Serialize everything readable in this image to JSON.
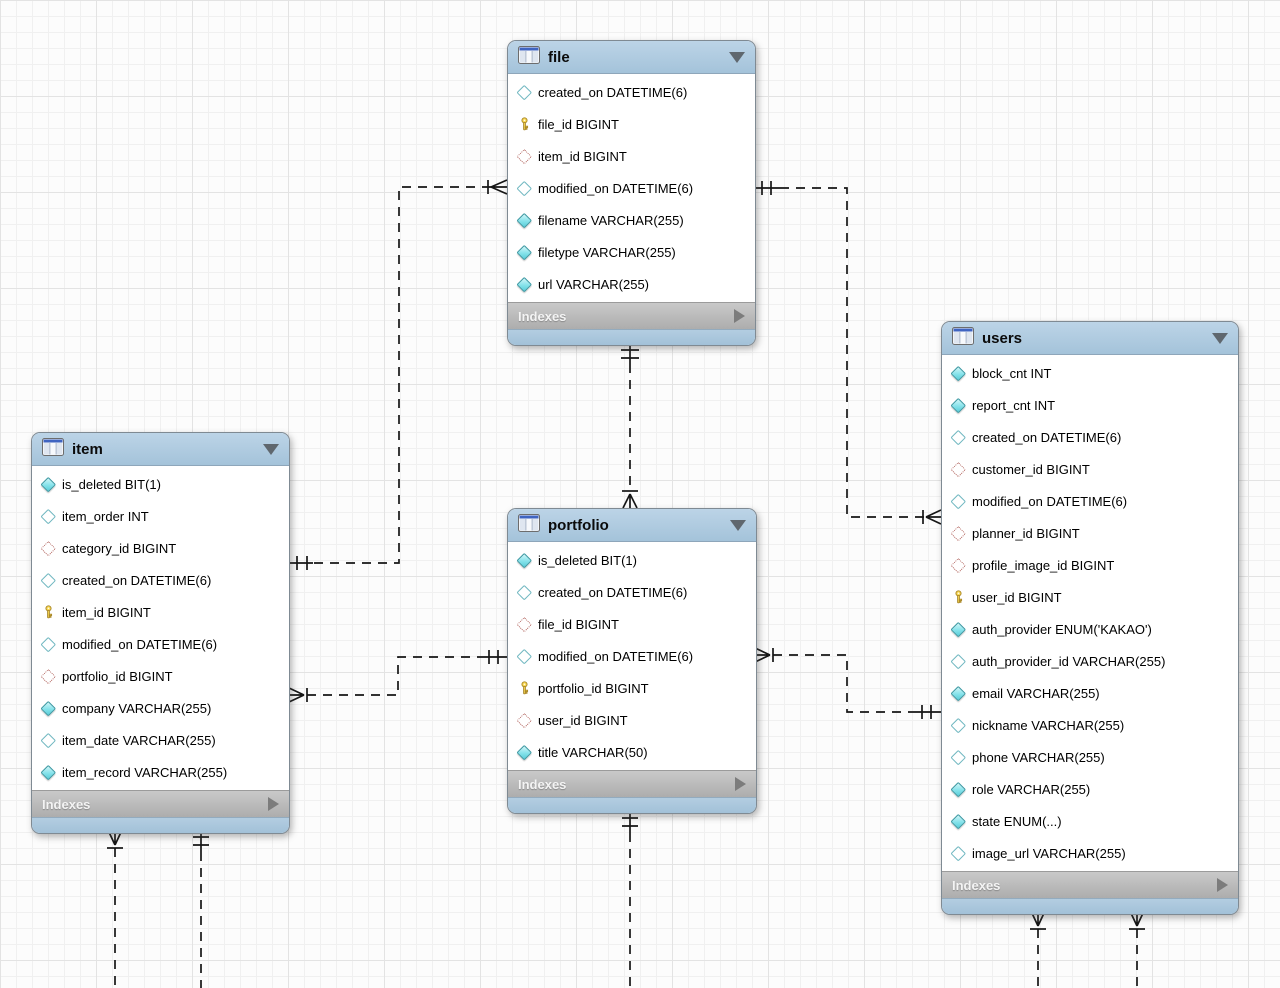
{
  "diagram": {
    "kind": "EER database diagram",
    "colors": {
      "table_header_blue": "#aecbe0",
      "indexes_bar_gray": "#b9b9b9",
      "notnull_diamond_teal": "#7fdfe8",
      "foreign_key_red": "#b0605a",
      "primary_key_yellow": "#f8d64e",
      "connector_black": "#161616"
    },
    "tables": [
      {
        "title": "item",
        "indexes_label": "Indexes",
        "fields": [
          {
            "icon": "notnull",
            "text": "is_deleted BIT(1)"
          },
          {
            "icon": "nullable",
            "text": "item_order INT"
          },
          {
            "icon": "fk",
            "text": "category_id BIGINT"
          },
          {
            "icon": "nullable",
            "text": "created_on DATETIME(6)"
          },
          {
            "icon": "pk",
            "text": "item_id BIGINT"
          },
          {
            "icon": "nullable",
            "text": "modified_on DATETIME(6)"
          },
          {
            "icon": "fk",
            "text": "portfolio_id BIGINT"
          },
          {
            "icon": "notnull",
            "text": "company VARCHAR(255)"
          },
          {
            "icon": "nullable",
            "text": "item_date VARCHAR(255)"
          },
          {
            "icon": "notnull",
            "text": "item_record VARCHAR(255)"
          }
        ]
      },
      {
        "title": "file",
        "indexes_label": "Indexes",
        "fields": [
          {
            "icon": "nullable",
            "text": "created_on DATETIME(6)"
          },
          {
            "icon": "pk",
            "text": "file_id BIGINT"
          },
          {
            "icon": "fk",
            "text": "item_id BIGINT"
          },
          {
            "icon": "nullable",
            "text": "modified_on DATETIME(6)"
          },
          {
            "icon": "notnull",
            "text": "filename VARCHAR(255)"
          },
          {
            "icon": "notnull",
            "text": "filetype VARCHAR(255)"
          },
          {
            "icon": "notnull",
            "text": "url VARCHAR(255)"
          }
        ]
      },
      {
        "title": "portfolio",
        "indexes_label": "Indexes",
        "fields": [
          {
            "icon": "notnull",
            "text": "is_deleted BIT(1)"
          },
          {
            "icon": "nullable",
            "text": "created_on DATETIME(6)"
          },
          {
            "icon": "fk",
            "text": "file_id BIGINT"
          },
          {
            "icon": "nullable",
            "text": "modified_on DATETIME(6)"
          },
          {
            "icon": "pk",
            "text": "portfolio_id BIGINT"
          },
          {
            "icon": "fk",
            "text": "user_id BIGINT"
          },
          {
            "icon": "notnull",
            "text": "title VARCHAR(50)"
          }
        ]
      },
      {
        "title": "users",
        "indexes_label": "Indexes",
        "fields": [
          {
            "icon": "notnull",
            "text": "block_cnt INT"
          },
          {
            "icon": "notnull",
            "text": "report_cnt INT"
          },
          {
            "icon": "nullable",
            "text": "created_on DATETIME(6)"
          },
          {
            "icon": "fk",
            "text": "customer_id BIGINT"
          },
          {
            "icon": "nullable",
            "text": "modified_on DATETIME(6)"
          },
          {
            "icon": "fk",
            "text": "planner_id BIGINT"
          },
          {
            "icon": "fk",
            "text": "profile_image_id BIGINT"
          },
          {
            "icon": "pk",
            "text": "user_id BIGINT"
          },
          {
            "icon": "notnull",
            "text": "auth_provider ENUM('KAKAO')"
          },
          {
            "icon": "nullable",
            "text": "auth_provider_id VARCHAR(255)"
          },
          {
            "icon": "notnull",
            "text": "email VARCHAR(255)"
          },
          {
            "icon": "nullable",
            "text": "nickname VARCHAR(255)"
          },
          {
            "icon": "nullable",
            "text": "phone VARCHAR(255)"
          },
          {
            "icon": "notnull",
            "text": "role VARCHAR(255)"
          },
          {
            "icon": "notnull",
            "text": "state ENUM(...)"
          },
          {
            "icon": "nullable",
            "text": "image_url VARCHAR(255)"
          }
        ]
      }
    ],
    "relationships": [
      {
        "many_end": "file",
        "one_end": "item",
        "style": "dashed"
      },
      {
        "many_end": "portfolio",
        "one_end": "file",
        "style": "dashed"
      },
      {
        "many_end": "users",
        "one_end": "file",
        "style": "dashed"
      },
      {
        "many_end": "item",
        "one_end": "portfolio",
        "style": "dashed"
      },
      {
        "many_end": "portfolio",
        "one_end": "users",
        "style": "dashed"
      },
      {
        "many_end": "item",
        "one_end": "off-canvas-below",
        "style": "dashed"
      },
      {
        "many_end": "off-canvas-below",
        "one_end": "item",
        "style": "dashed"
      },
      {
        "many_end": "off-canvas-below",
        "one_end": "portfolio",
        "style": "dashed"
      },
      {
        "many_end": "users",
        "one_end": "off-canvas-below",
        "style": "dashed"
      },
      {
        "many_end": "users",
        "one_end": "off-canvas-below",
        "style": "dashed"
      }
    ]
  }
}
